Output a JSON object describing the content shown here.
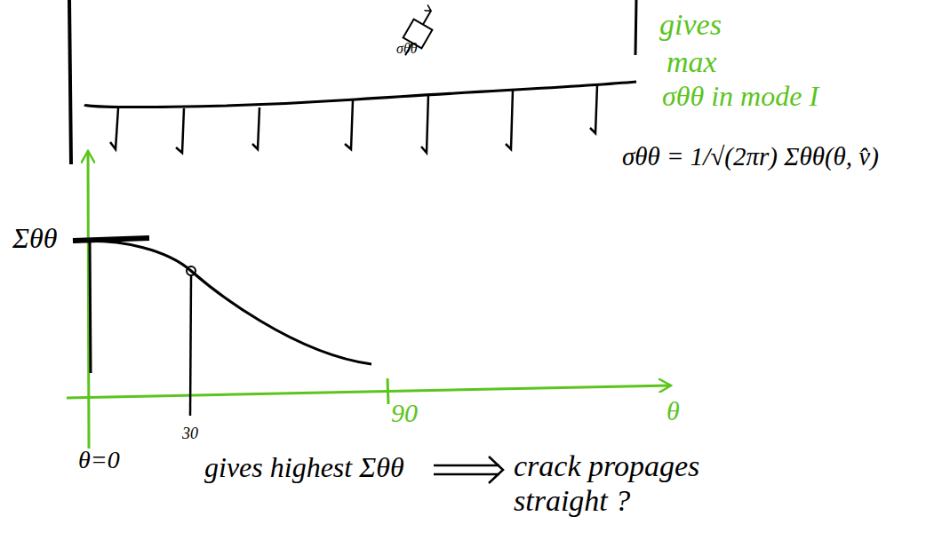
{
  "diagram": {
    "labels": [
      "σθθ",
      "gives",
      "max",
      "σθθ in mode I",
      "σθθ = 1/√(2πr) Σθθ(θ, v̂)",
      "Σθθ",
      "90",
      "θ",
      "θ=0",
      "30",
      "gives highest Σθθ",
      "crack propages straight ?"
    ]
  }
}
